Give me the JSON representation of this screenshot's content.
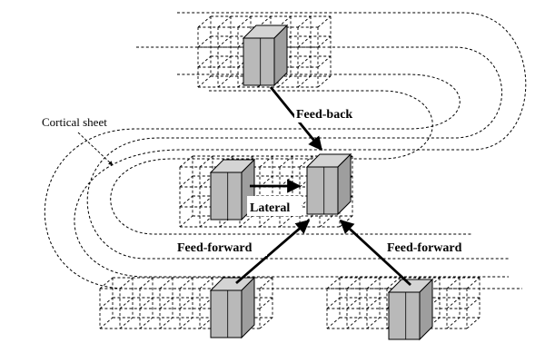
{
  "labels": {
    "cortical_sheet": "Cortical sheet",
    "feedback": "Feed-back",
    "lateral": "Lateral",
    "feedforward_left": "Feed-forward",
    "feedforward_right": "Feed-forward"
  },
  "colors": {
    "column_front": "#b9b9b9",
    "column_top": "#d4d4d4",
    "column_side": "#9e9e9e",
    "stroke": "#000000",
    "background": "#ffffff"
  }
}
